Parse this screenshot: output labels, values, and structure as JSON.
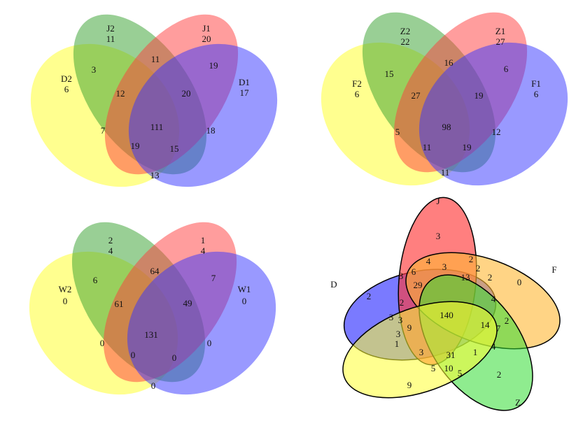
{
  "venn4": [
    {
      "sets": [
        {
          "label": "D2",
          "count": "6",
          "color": "#ffff33"
        },
        {
          "label": "J2",
          "count": "11",
          "color": "#33a02c"
        },
        {
          "label": "J1",
          "count": "20",
          "color": "#ff3b3b"
        },
        {
          "label": "D1",
          "count": "17",
          "color": "#3333ff"
        }
      ],
      "regions": [
        "3",
        "11",
        "19",
        "12",
        "20",
        "111",
        "7",
        "18",
        "19",
        "15",
        "13"
      ]
    },
    {
      "sets": [
        {
          "label": "F2",
          "count": "6",
          "color": "#ffff33"
        },
        {
          "label": "Z2",
          "count": "22",
          "color": "#33a02c"
        },
        {
          "label": "Z1",
          "count": "27",
          "color": "#ff3b3b"
        },
        {
          "label": "F1",
          "count": "6",
          "color": "#3333ff"
        }
      ],
      "regions": [
        "15",
        "16",
        "6",
        "27",
        "19",
        "98",
        "5",
        "12",
        "11",
        "19",
        "11"
      ]
    },
    {
      "sets": [
        {
          "label": "W2",
          "count": "0",
          "color": "#ffff33"
        },
        {
          "label": "2\n4",
          "count": "",
          "color": "#33a02c"
        },
        {
          "label": "1\n4",
          "count": "",
          "color": "#ff3b3b"
        },
        {
          "label": "W1",
          "count": "0",
          "color": "#3333ff"
        }
      ],
      "regions": [
        "6",
        "64",
        "7",
        "61",
        "49",
        "131",
        "0",
        "0",
        "0",
        "0",
        "0"
      ]
    }
  ],
  "venn5": {
    "sets": [
      {
        "label": "J",
        "color": "#ff3b3b"
      },
      {
        "label": "F",
        "color": "#ffb833"
      },
      {
        "label": "Z",
        "color": "#33dd33"
      },
      {
        "label": "D",
        "color": "#3333ff"
      }
    ],
    "ellipses": [
      {
        "color": "#3333ff"
      },
      {
        "color": "#ff3b3b"
      },
      {
        "color": "#ffb833"
      },
      {
        "color": "#33dd33"
      },
      {
        "color": "#ffff33"
      }
    ],
    "regions": [
      "3",
      "2",
      "0",
      "2",
      "9",
      "2",
      "2",
      "3",
      "4",
      "13",
      "2",
      "2",
      "1",
      "6",
      "3",
      "29",
      "4",
      "140",
      "14",
      "7",
      "2",
      "3",
      "3",
      "9",
      "3",
      "3",
      "31",
      "4",
      "5",
      "10",
      "5",
      "1"
    ]
  }
}
